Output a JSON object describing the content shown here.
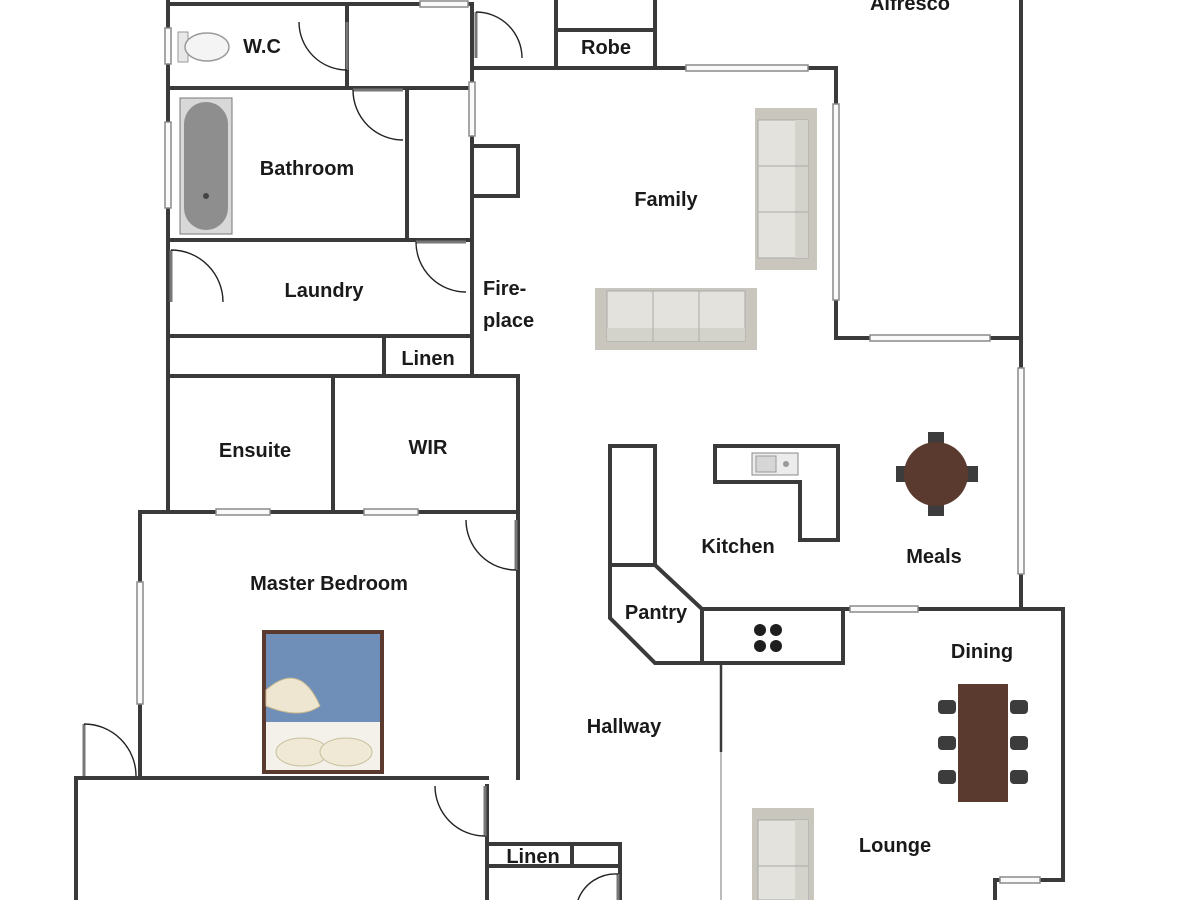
{
  "rooms": {
    "alfresco": "Alfresco",
    "robe": "Robe",
    "wc": "W.C",
    "bathroom": "Bathroom",
    "family": "Family",
    "laundry": "Laundry",
    "fireplace_line1": "Fire-",
    "fireplace_line2": "place",
    "linen_top": "Linen",
    "ensuite": "Ensuite",
    "wir": "WIR",
    "kitchen": "Kitchen",
    "meals": "Meals",
    "master_bedroom": "Master Bedroom",
    "pantry": "Pantry",
    "dining": "Dining",
    "hallway": "Hallway",
    "lounge": "Lounge",
    "linen_bottom": "Linen"
  },
  "colors": {
    "wall": "#3a3a3a",
    "sofa": "#d9d8d2",
    "table_wood": "#5a3a2e",
    "bedspread": "#6f8fb8",
    "bathtub": "#9c9c9c"
  },
  "icons": [
    "toilet-icon",
    "bathtub-icon",
    "sofa-icon",
    "bed-icon",
    "round-table-icon",
    "dining-table-icon",
    "sink-icon",
    "cooktop-icon"
  ]
}
